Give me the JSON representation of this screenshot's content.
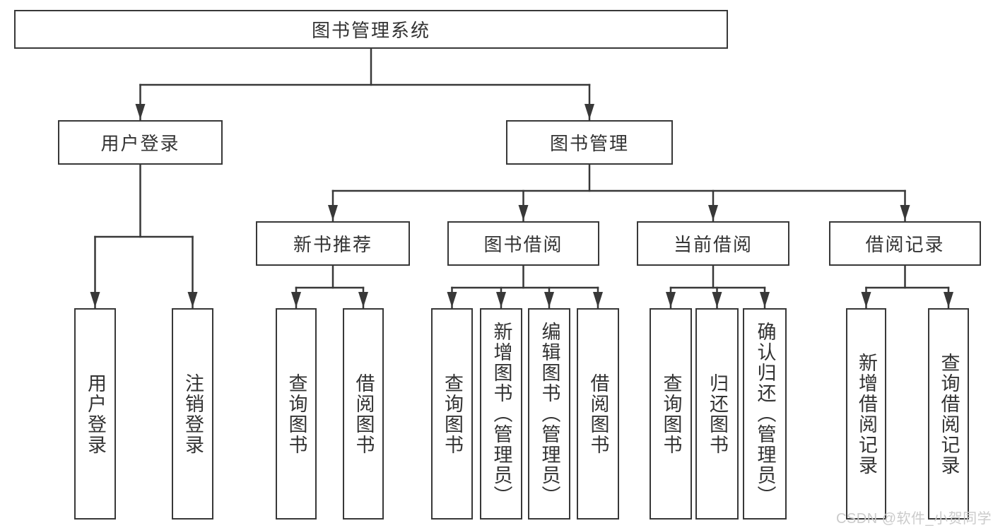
{
  "diagram_title": "图书管理系统",
  "colors": {
    "line": "#383838",
    "box_border": "#383838",
    "text": "#333333",
    "background": "#ffffff",
    "watermark": "#cbcbcb"
  },
  "nodes": {
    "root": {
      "label": "图书管理系统"
    },
    "user_login": {
      "label": "用户登录"
    },
    "book_mgmt": {
      "label": "图书管理"
    },
    "new_book_rec": {
      "label": "新书推荐"
    },
    "book_borrow": {
      "label": "图书借阅"
    },
    "current_borrow": {
      "label": "当前借阅"
    },
    "borrow_records": {
      "label": "借阅记录"
    },
    "leaf_user_login": {
      "label": "用户登录"
    },
    "leaf_logout_login": {
      "label": "注销登录"
    },
    "leaf_query_books_rec": {
      "label": "查询图书"
    },
    "leaf_borrow_books_rec": {
      "label": "借阅图书"
    },
    "leaf_query_books_borrow": {
      "label": "查询图书"
    },
    "leaf_add_books_admin": {
      "label": "新增图书（管理员）"
    },
    "leaf_edit_books_admin": {
      "label": "编辑图书（管理员）"
    },
    "leaf_borrow_books_borrow": {
      "label": "借阅图书"
    },
    "leaf_query_books_current": {
      "label": "查询图书"
    },
    "leaf_return_books": {
      "label": "归还图书"
    },
    "leaf_confirm_return_admin": {
      "label": "确认归还（管理员）"
    },
    "leaf_add_borrow_record": {
      "label": "新增借阅记录"
    },
    "leaf_query_borrow_record": {
      "label": "查询借阅记录"
    }
  },
  "edges": [
    [
      "root",
      "user_login"
    ],
    [
      "root",
      "book_mgmt"
    ],
    [
      "user_login",
      "leaf_user_login"
    ],
    [
      "user_login",
      "leaf_logout_login"
    ],
    [
      "book_mgmt",
      "new_book_rec"
    ],
    [
      "book_mgmt",
      "book_borrow"
    ],
    [
      "book_mgmt",
      "current_borrow"
    ],
    [
      "book_mgmt",
      "borrow_records"
    ],
    [
      "new_book_rec",
      "leaf_query_books_rec"
    ],
    [
      "new_book_rec",
      "leaf_borrow_books_rec"
    ],
    [
      "book_borrow",
      "leaf_query_books_borrow"
    ],
    [
      "book_borrow",
      "leaf_add_books_admin"
    ],
    [
      "book_borrow",
      "leaf_edit_books_admin"
    ],
    [
      "book_borrow",
      "leaf_borrow_books_borrow"
    ],
    [
      "current_borrow",
      "leaf_query_books_current"
    ],
    [
      "current_borrow",
      "leaf_return_books"
    ],
    [
      "current_borrow",
      "leaf_confirm_return_admin"
    ],
    [
      "borrow_records",
      "leaf_add_borrow_record"
    ],
    [
      "borrow_records",
      "leaf_query_borrow_record"
    ]
  ],
  "watermark": {
    "text": "CSDN @软件_小贺同学"
  }
}
